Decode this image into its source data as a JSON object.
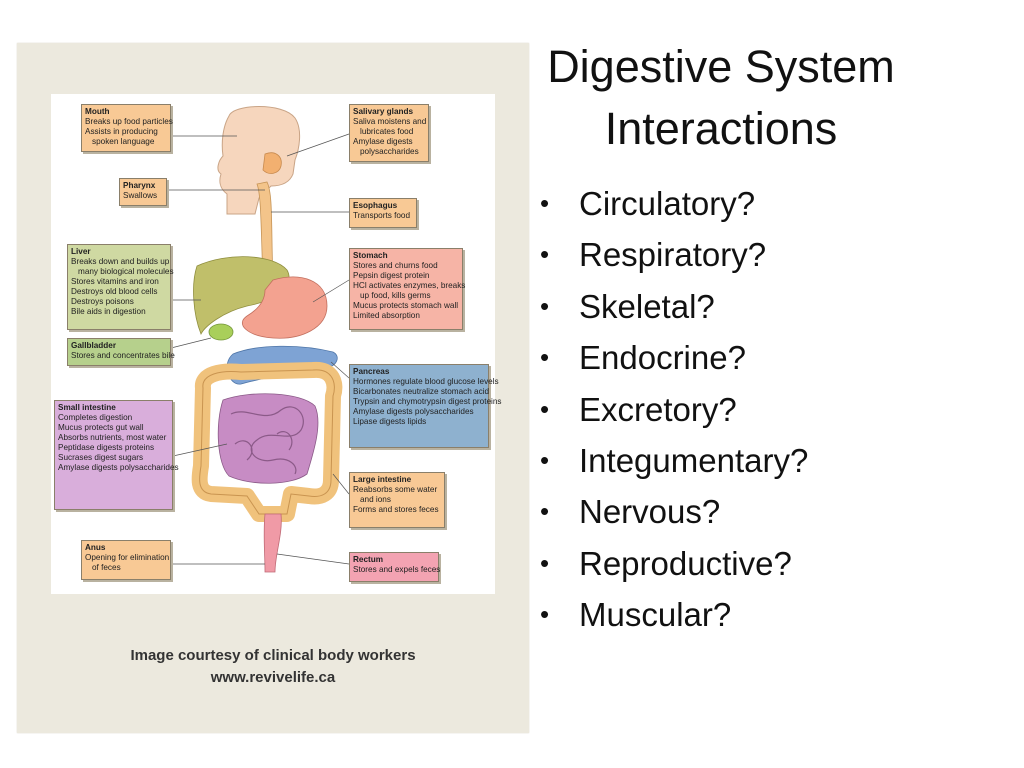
{
  "slide": {
    "title_line1": "Digestive System",
    "title_line2": "Interactions",
    "bullets": [
      "Circulatory?",
      "Respiratory?",
      "Skeletal?",
      "Endocrine?",
      "Excretory?",
      "Integumentary?",
      "Nervous?",
      "Reproductive?",
      "Muscular?"
    ],
    "credit_line1": "Image courtesy of clinical body workers",
    "credit_line2": "www.revivelife.ca"
  },
  "diagram": {
    "mouth": {
      "title": "Mouth",
      "lines": [
        "Breaks up food particles",
        "Assists in producing",
        "spoken language"
      ]
    },
    "pharynx": {
      "title": "Pharynx",
      "lines": [
        "Swallows"
      ]
    },
    "liver": {
      "title": "Liver",
      "lines": [
        "Breaks down and builds up",
        "many biological molecules",
        "Stores vitamins and iron",
        "Destroys old blood cells",
        "Destroys poisons",
        "Bile aids in digestion"
      ]
    },
    "gallbladder": {
      "title": "Gallbladder",
      "lines": [
        "Stores and concentrates bile"
      ]
    },
    "small_intestine": {
      "title": "Small intestine",
      "lines": [
        "Completes digestion",
        "Mucus protects gut wall",
        "Absorbs nutrients, most water",
        "Peptidase digests proteins",
        "Sucrases digest sugars",
        "Amylase digests polysaccharides"
      ]
    },
    "anus": {
      "title": "Anus",
      "lines": [
        "Opening for elimination",
        "of feces"
      ]
    },
    "salivary": {
      "title": "Salivary glands",
      "lines": [
        "Saliva moistens and",
        "lubricates food",
        "Amylase digests",
        "polysaccharides"
      ]
    },
    "esophagus": {
      "title": "Esophagus",
      "lines": [
        "Transports food"
      ]
    },
    "stomach": {
      "title": "Stomach",
      "lines": [
        "Stores and churns food",
        "Pepsin digest protein",
        "HCl activates enzymes, breaks",
        "up food, kills germs",
        "Mucus protects stomach wall",
        "Limited absorption"
      ]
    },
    "pancreas": {
      "title": "Pancreas",
      "lines": [
        "Hormones regulate blood glucose levels",
        "Bicarbonates neutralize stomach acid",
        "Trypsin and chymotrypsin digest proteins",
        "Amylase digests polysaccharides",
        "Lipase digests lipids"
      ]
    },
    "large_intestine": {
      "title": "Large intestine",
      "lines": [
        "Reabsorbs some water",
        "and ions",
        "Forms and stores feces"
      ]
    },
    "rectum": {
      "title": "Rectum",
      "lines": [
        "Stores and expels feces"
      ]
    }
  },
  "colors": {
    "orange": "#f8c995",
    "green": "#cfd9a2",
    "salmon": "#f6b4a6",
    "blue": "#8eb1cf",
    "purple": "#d9aedb",
    "pink": "#f3a3b2"
  }
}
